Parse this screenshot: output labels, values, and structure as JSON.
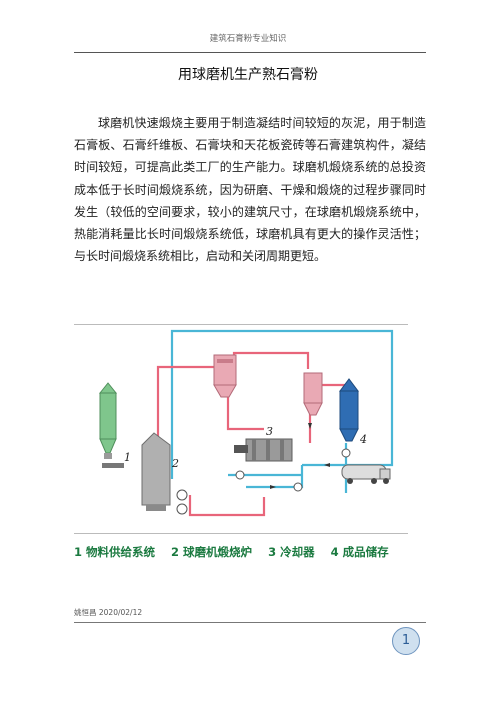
{
  "header": {
    "text": "建筑石膏粉专业知识"
  },
  "title": "用球磨机生产熟石膏粉",
  "body": {
    "paragraph": "球磨机快速煅烧主要用于制造凝结时间较短的灰泥，用于制造石膏板、石膏纤维板、石膏块和天花板瓷砖等石膏建筑构件，凝结时间较短，可提高此类工厂的生产能力。球磨机煅烧系统的总投资成本低于长时间煅烧系统，因为研磨、干燥和煅烧的过程步骤同时发生（较低的空间要求，较小的建筑尺寸，在球磨机煅烧系统中，热能消耗量比长时间煅烧系统低，球磨机具有更大的操作灵活性；与长时间煅烧系统相比，启动和关闭周期更短。"
  },
  "diagram": {
    "labels": [
      "1",
      "2",
      "3",
      "4"
    ],
    "colors": {
      "supply_silo": "#7fc68c",
      "calciner": "#b0b0b0",
      "cooler": "#9a9a9a",
      "storage_silo": "#2f6db3",
      "filter": "#e9a9b4",
      "hot_line": "#e8657a",
      "cool_line": "#49b6d6",
      "truck": "#dddddd"
    }
  },
  "caption": {
    "items": [
      "1 物料供给系统",
      "2 球磨机煅烧炉",
      "3 冷却器",
      "4 成品储存"
    ]
  },
  "footer": {
    "author_date": "姚恒昌 2020/02/12",
    "page_number": "1"
  }
}
